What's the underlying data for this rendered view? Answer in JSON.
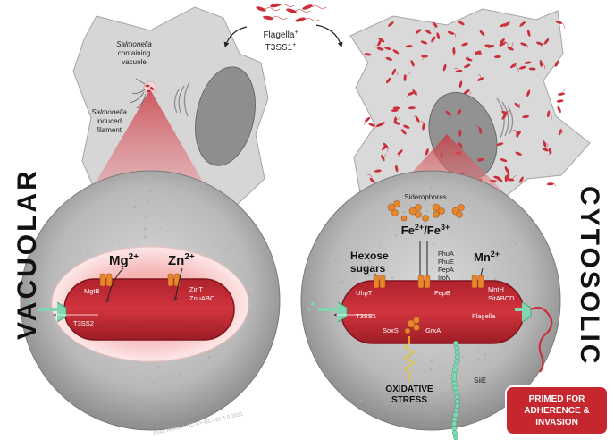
{
  "top": {
    "flagella_label": "Flagella",
    "flagella_sup": "+",
    "t3ss1_label": "T3SS1",
    "t3ss1_sup": "+"
  },
  "left_cell": {
    "scv_label_italic": "Salmonella",
    "scv_label_rest_1": "containing",
    "scv_label_rest_2": "vacuole",
    "sif_label_italic": "Salmonella",
    "sif_label_rest_1": "induced",
    "sif_label_rest_2": "filament"
  },
  "left_panel": {
    "title": "VACUOLAR",
    "mg_ion": "Mg",
    "mg_charge": "2+",
    "zn_ion": "Zn",
    "zn_charge": "2+",
    "mgtb": "MgtB",
    "zint": "ZinT",
    "znuabc": "ZnuABC",
    "t3ss2": "T3SS2"
  },
  "right_panel": {
    "title": "CYTOSOLIC",
    "siderophores": "Siderophores",
    "fe_label": "Fe",
    "fe2_charge": "2+",
    "fe_slash": "/Fe",
    "fe3_charge": "3+",
    "hexose_1": "Hexose",
    "hexose_2": "sugars",
    "mn_ion": "Mn",
    "mn_charge": "2+",
    "fhua": "FhuA",
    "fhue": "FhuE",
    "fepa": "FepA",
    "iron": "IroN",
    "uhpt": "UhpT",
    "fepb": "FepB",
    "mnth": "MntH",
    "sitabcd": "SitABCD",
    "t3ss1": "T3SS1",
    "flagella": "Flagella",
    "soxs": "SoxS",
    "grxa": "GrxA",
    "oxidative_1": "OXIDATIVE",
    "oxidative_2": "STRESS",
    "siie": "SiiE",
    "primed_1": "PRIMED FOR",
    "primed_2": "ADHERENCE &",
    "primed_3": "INVASION"
  },
  "credit": "Eliza Wolfson CC-BY-NC-ND 4.0 2021",
  "colors": {
    "bacteria_red": "#c9303a",
    "bacteria_dark": "#8e1b22",
    "cell_gray": "#d4d4d4",
    "nucleus_gray": "#8c8c8c",
    "transporter_orange": "#e8862c",
    "secretion_green": "#7fd6b0",
    "badge_red": "#c6262e"
  }
}
